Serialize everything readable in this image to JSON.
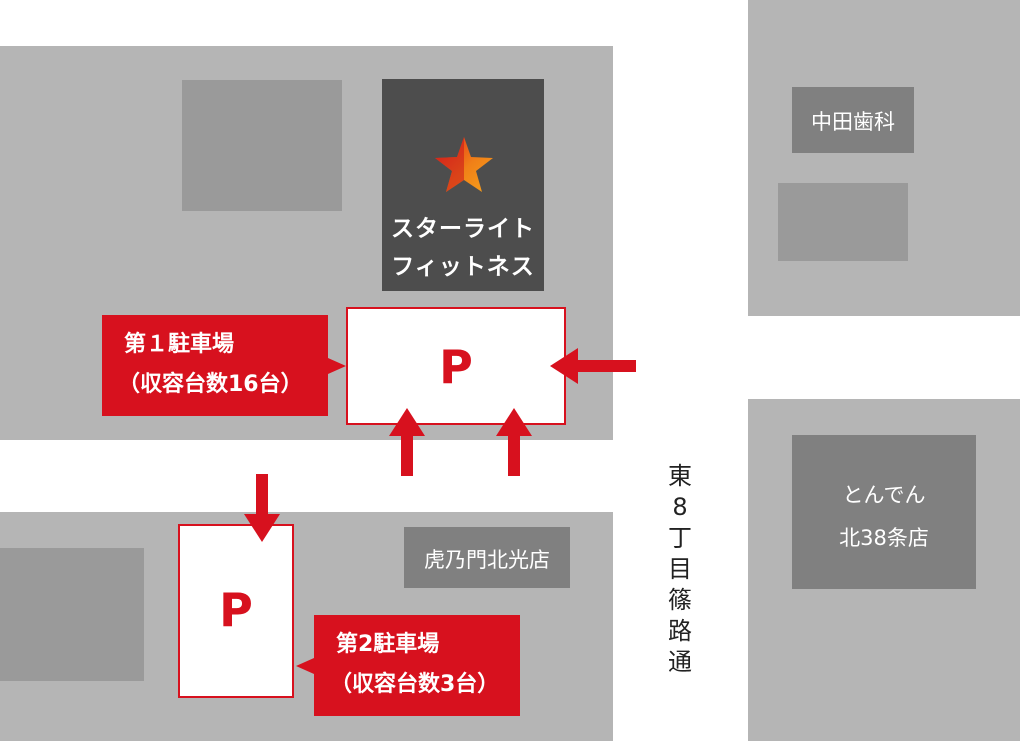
{
  "colors": {
    "accent": "#d7111e",
    "block": "#b5b5b5",
    "gym": "#4d4d4d"
  },
  "gym": {
    "icon": "star-icon",
    "line1": "スターライト",
    "line2": "フィットネス"
  },
  "dentist": "中田歯科",
  "tonden": {
    "line1": "とんでん",
    "line2": "北38条店"
  },
  "toranomon": "虎乃門北光店",
  "street": [
    "東",
    "8",
    "丁",
    "目",
    "篠",
    "路",
    "通"
  ],
  "parking1": {
    "mark": "P",
    "line1": "第１駐車場",
    "line2": "（収容台数16台）"
  },
  "parking2": {
    "mark": "P",
    "line1": "第2駐車場",
    "line2": "（収容台数3台）"
  }
}
